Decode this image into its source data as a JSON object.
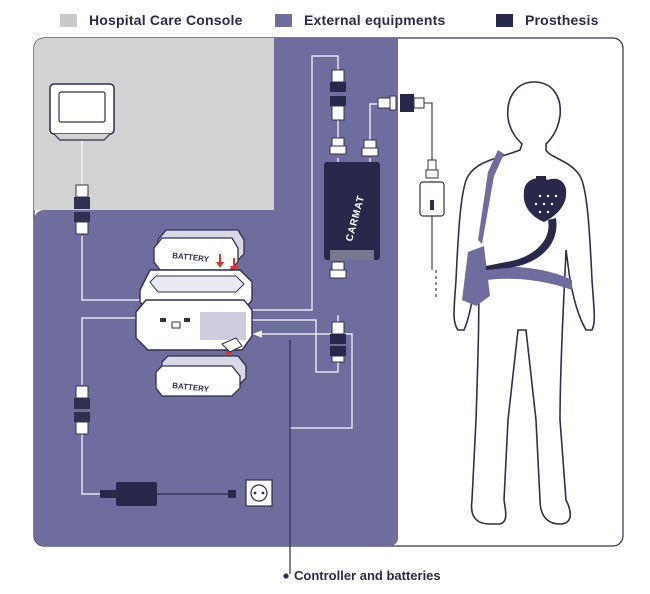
{
  "legend": {
    "items": [
      {
        "label": "Hospital Care Console",
        "color": "#c9c9c9"
      },
      {
        "label": "External equipments",
        "color": "#6f6e9e"
      },
      {
        "label": "Prosthesis",
        "color": "#27284a"
      }
    ]
  },
  "controller": {
    "brand_label": "CARMAT"
  },
  "batteries": {
    "top_label": "BATTERY",
    "bottom_label": "BATTERY"
  },
  "caption": {
    "label": "Controller and batteries"
  },
  "colors": {
    "console_zone": "#d2d2d2",
    "equipment_zone": "#6e6d9d",
    "prosthesis": "#27284a",
    "outline": "#2f3050",
    "figure_fill": "#ffffff",
    "accent_red": "#d9352b",
    "wire": "#ffffff"
  },
  "icons": [
    "monitor-icon",
    "power-adapter-icon",
    "wall-socket-icon",
    "heart-prosthesis-icon",
    "connector-icon",
    "arrow-icon"
  ]
}
